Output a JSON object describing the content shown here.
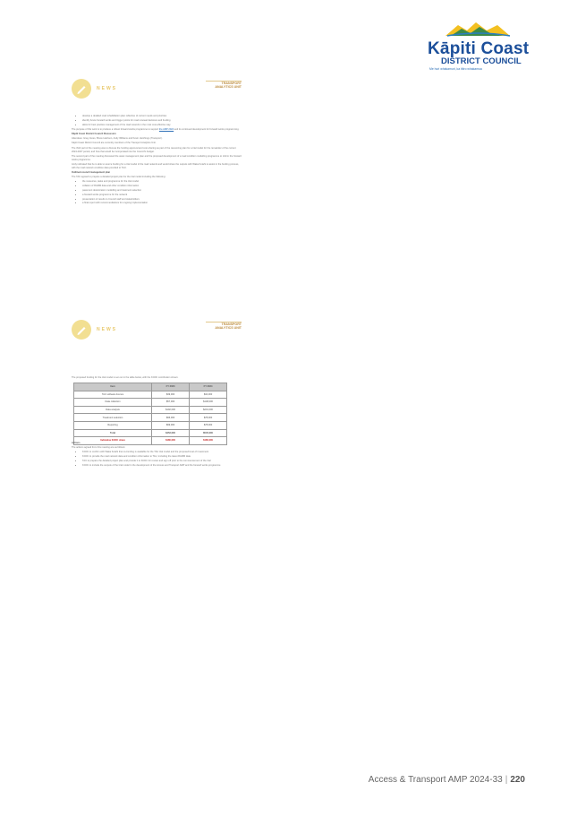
{
  "logo": {
    "title": "Kāpiti Coast",
    "subtitle": "DISTRICT COUNCIL",
    "tagline": "Me huri whakamuri, ka titiro whakamua"
  },
  "page1": {
    "header_word": "NEWS",
    "header_right_line1": "TRANSPORT",
    "header_right_line2": "ANALYTICS UNIT",
    "bullets_top": [
      "develop a detailed road rehabilitation plan reflective of current needs and priorities",
      "identify future forward works and trigger points for road renewal decisions and funding",
      "allow for best practice management of the road network in the most cost-effective way"
    ],
    "para1_before_link": "The purpose of this work is to produce a robust forward works programme to support",
    "para1_link": "the AMP 2024",
    "para1_after_link": "and its continued development for forward works programming.",
    "heading1": "Kāpiti Coast District Council Discussion",
    "para2": "Attendees: Greg Jones, Bruce Harrison, Andy Williams and Kevin Hutchings (Transport).",
    "para3": "Kāpiti Coast District Council are currently members of the Transport Analytics Unit.",
    "para4": "The third part of the meeting was to discuss the funding approval and cost-sharing as part of the resourcing plan for a trial model for the remainder of the current 2024-2027 period, and how that would be incorporated into the Council's budget.",
    "para5": "The second part of the meeting discussed the asset management plan and the proposed development of a road condition modelling programme to inform the forward works programme.",
    "para6": "Andy indicated that he is able to source funding for a trial model of the road network and would share the outputs with Waka Kotahi to assist in the funding process, with the road network condition data provided to TAU.",
    "heading2": "Outlined council management plan",
    "para7": "The TAU agreed to prepare a detailed project plan for the trial model including the following:",
    "bullets_bottom": [
      "the resources, tasks and programme for the trial model",
      "collation of RAMM data and other condition information",
      "pavement deterioration modelling and treatment selection",
      "a forward works programme for the network",
      "presentation of results to Council staff and stakeholders",
      "a final report with recommendations for ongoing implementation"
    ]
  },
  "page2": {
    "header_word": "NEWS",
    "header_right_line1": "TRANSPORT",
    "header_right_line2": "ANALYTICS UNIT",
    "intro": "The proposed funding for the trial model is set out in the table below, with the KCDC contribution shown.",
    "table": {
      "columns": [
        "Item",
        "FY 2023",
        "FY 2024"
      ],
      "rows": [
        {
          "item": "TAU software licence",
          "fy2023": "$39,000",
          "fy2024": "$34,000"
        },
        {
          "item": "Data collection",
          "fy2023": "$57,000",
          "fy2024": "$148,000"
        },
        {
          "item": "Data analysis",
          "fy2023": "$192,000",
          "fy2024": "$201,000"
        },
        {
          "item": "Treatment selection",
          "fy2023": "$96,000",
          "fy2024": "$78,000"
        },
        {
          "item": "Reporting",
          "fy2023": "$99,000",
          "fy2024": "$78,000"
        }
      ],
      "total": {
        "item": "Total",
        "fy2023": "$453,000",
        "fy2024": "$545,000"
      },
      "subtotal": {
        "item": "Indicative KCDC share",
        "fy2023": "$180,000",
        "fy2024": "$180,000"
      }
    },
    "heading": "Actions",
    "para": "The actions agreed from this meeting are as follows:",
    "bullets": [
      "KCDC to confirm with Waka Kotahi that co-funding is available for the TAU trial model and the proposed level of investment",
      "KCDC to provide the road network data and condition information to TAU, including the latest RAMM data",
      "TAU to prepare the detailed project plan and provide it to KCDC for review and sign off prior to the commencement of the trial",
      "KCDC to include the outputs of the trial model in the development of the Access and Transport AMP and the forward works programme"
    ]
  },
  "footer": {
    "text": "Access & Transport AMP 2024-33",
    "separator": "|",
    "page_number": "220"
  }
}
